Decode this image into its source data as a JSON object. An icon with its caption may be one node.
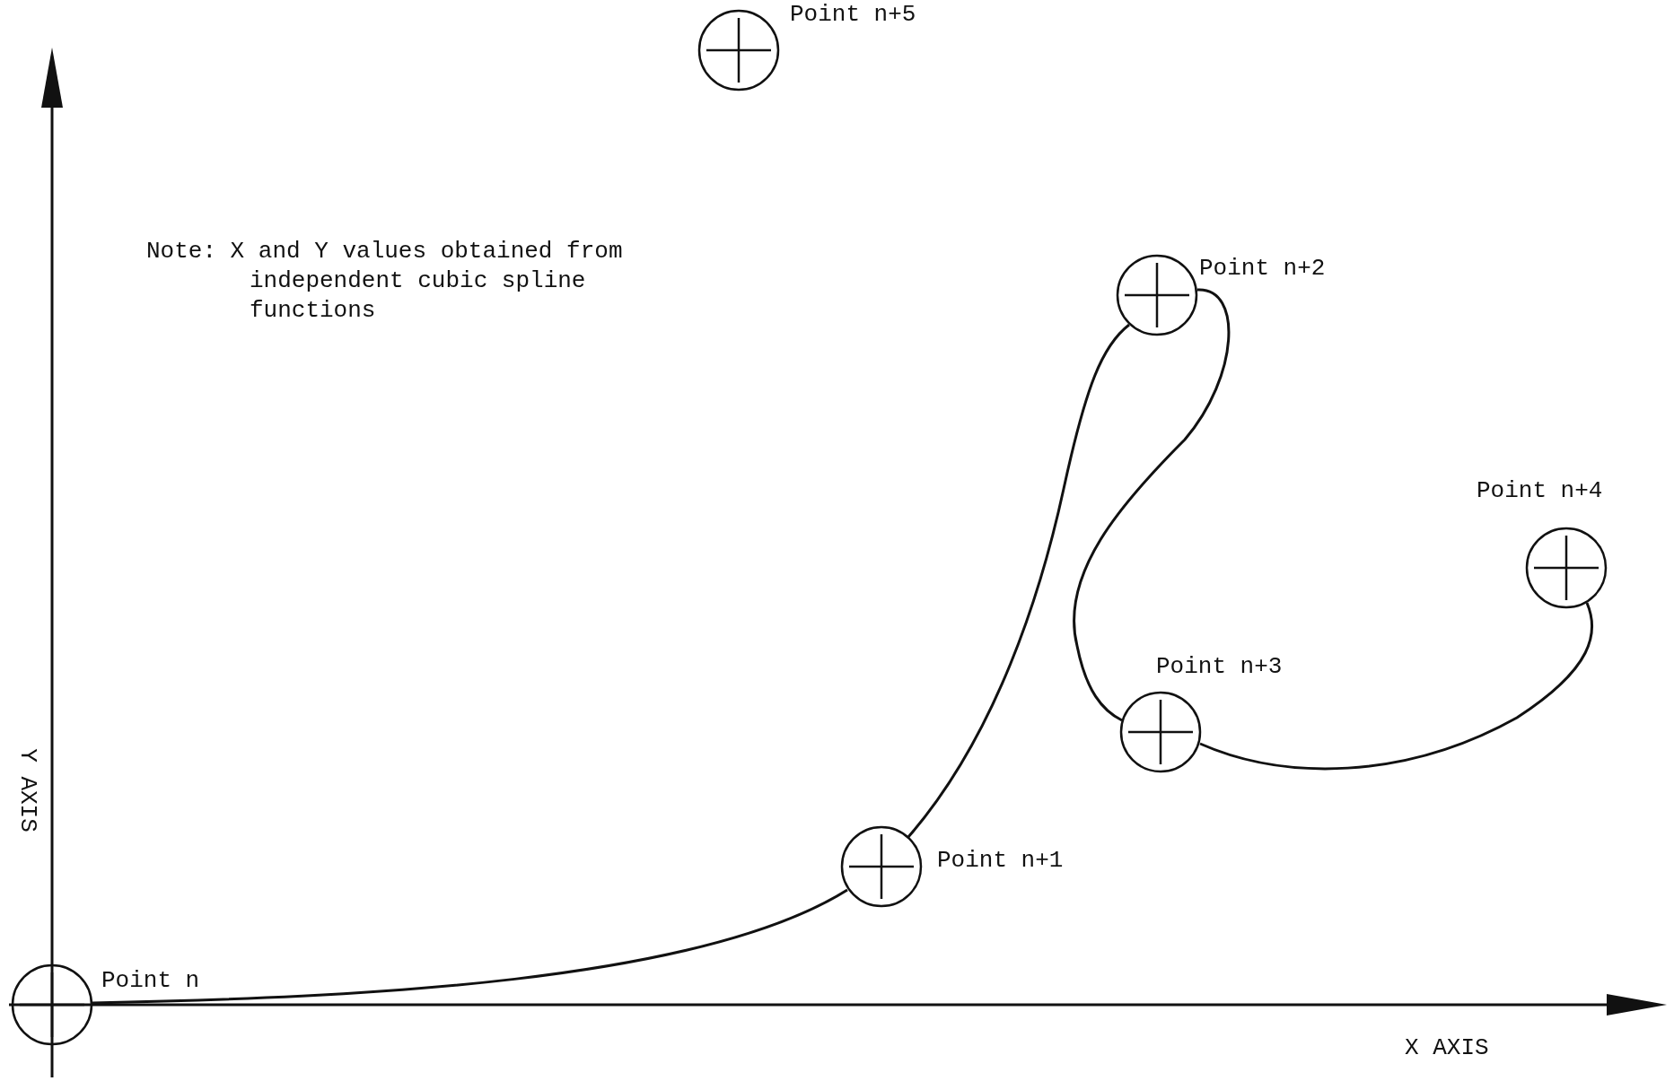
{
  "diagram": {
    "nodes": [
      {
        "text": [],
        "shape": "circle",
        "beside": [
          "Point n"
        ]
      },
      {
        "text": [],
        "shape": "circle",
        "beside": [
          "Point n+1"
        ]
      },
      {
        "text": [],
        "shape": "circle",
        "beside": [
          "Point n+2"
        ]
      },
      {
        "text": [],
        "shape": "circle",
        "beside": [
          "Point n+3"
        ]
      },
      {
        "text": [],
        "shape": "circle",
        "beside": [
          "Point n+4"
        ]
      },
      {
        "text": [],
        "shape": "circle",
        "beside": [
          "Point n+5"
        ]
      }
    ],
    "edges": [
      {
        "from": 0,
        "to": 1,
        "arrow": "none"
      },
      {
        "from": 1,
        "to": 2,
        "arrow": "none"
      },
      {
        "from": 2,
        "to": 3,
        "arrow": "none"
      },
      {
        "from": 3,
        "to": 4,
        "arrow": "none"
      }
    ],
    "labels": [
      "Note: X and Y values obtained from independent cubic spline functions",
      "Y AXIS",
      "X AXIS"
    ]
  }
}
